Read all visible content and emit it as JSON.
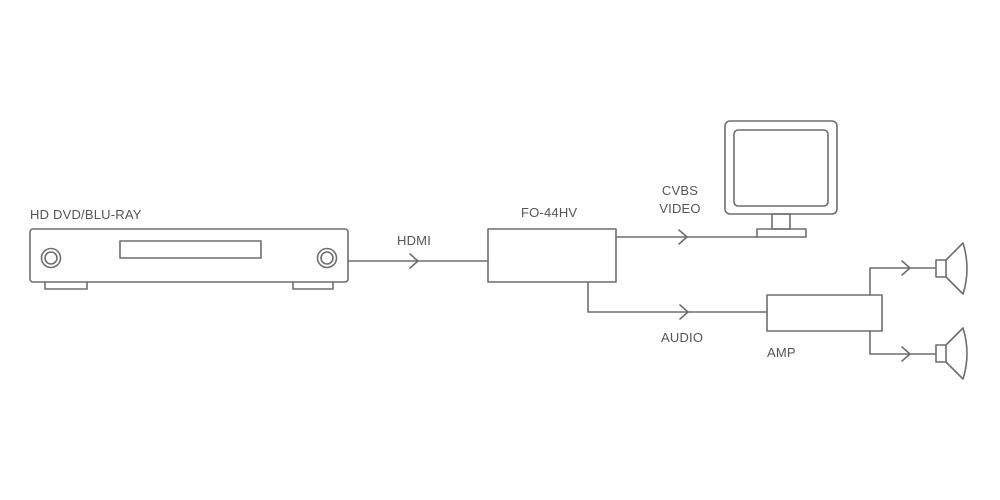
{
  "labels": {
    "source": "HD DVD/BLU-RAY",
    "hdmi": "HDMI",
    "converter": "FO-44HV",
    "cvbs": "CVBS",
    "video": "VIDEO",
    "audio": "AUDIO",
    "amp": "AMP"
  },
  "colors": {
    "stroke": "#6e6e6e",
    "text": "#555555",
    "background": "#ffffff"
  },
  "icons": [
    "dvd-player-icon",
    "monitor-icon",
    "speaker-icon",
    "arrow-icon"
  ]
}
